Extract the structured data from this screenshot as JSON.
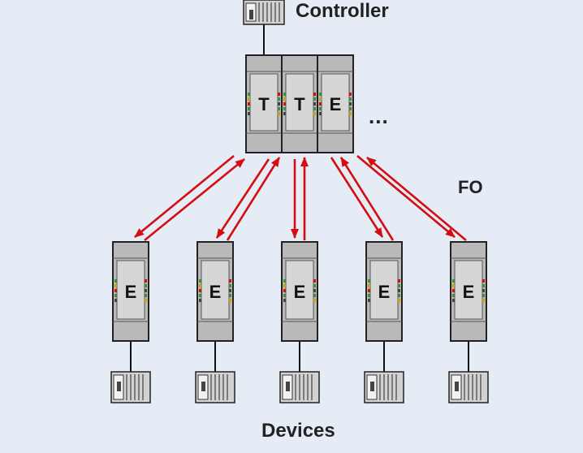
{
  "labels": {
    "controller": "Controller",
    "fo": "FO",
    "devices": "Devices",
    "more": "..."
  },
  "central_modules": [
    "T",
    "T",
    "E"
  ],
  "remote_modules": [
    "E",
    "E",
    "E",
    "E",
    "E"
  ],
  "colors": {
    "background": "#e6ecf5",
    "fiber": "#d40d12",
    "module_body": "#b9b9b9",
    "module_face": "#d6d6d6",
    "outline": "#222222"
  }
}
